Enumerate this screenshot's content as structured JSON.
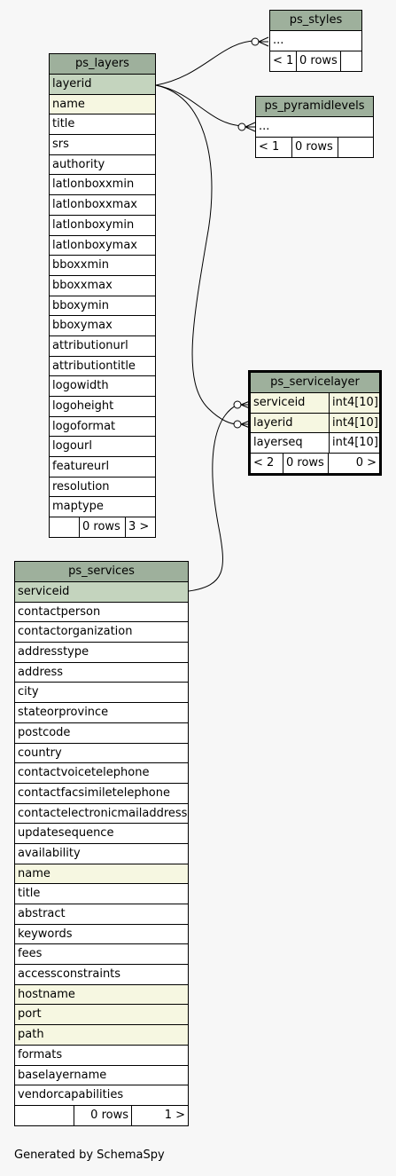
{
  "tables": {
    "ps_styles": {
      "name": "ps_styles",
      "rows": [
        "..."
      ],
      "footer": [
        "< 1",
        "0 rows",
        ""
      ]
    },
    "ps_pyramidlevels": {
      "name": "ps_pyramidlevels",
      "rows": [
        "..."
      ],
      "footer": [
        "< 1",
        "0 rows",
        ""
      ]
    },
    "ps_layers": {
      "name": "ps_layers",
      "rows": [
        "layerid",
        "name",
        "title",
        "srs",
        "authority",
        "latlonboxxmin",
        "latlonboxxmax",
        "latlonboxymin",
        "latlonboxymax",
        "bboxxmin",
        "bboxxmax",
        "bboxymin",
        "bboxymax",
        "attributionurl",
        "attributiontitle",
        "logowidth",
        "logoheight",
        "logoformat",
        "logourl",
        "featureurl",
        "resolution",
        "maptype"
      ],
      "primary_key": [
        "layerid"
      ],
      "indexed": [
        "name"
      ],
      "footer": [
        "",
        "0 rows",
        "3 >"
      ]
    },
    "ps_servicelayer": {
      "name": "ps_servicelayer",
      "rows": [
        {
          "col": "serviceid",
          "type": "int4[10]"
        },
        {
          "col": "layerid",
          "type": "int4[10]"
        },
        {
          "col": "layerseq",
          "type": "int4[10]"
        }
      ],
      "indexed": [
        "serviceid",
        "layerid"
      ],
      "footer": [
        "< 2",
        "0 rows",
        "0 >"
      ]
    },
    "ps_services": {
      "name": "ps_services",
      "rows": [
        "serviceid",
        "contactperson",
        "contactorganization",
        "addresstype",
        "address",
        "city",
        "stateorprovince",
        "postcode",
        "country",
        "contactvoicetelephone",
        "contactfacsimiletelephone",
        "contactelectronicmailaddress",
        "updatesequence",
        "availability",
        "name",
        "title",
        "abstract",
        "keywords",
        "fees",
        "accessconstraints",
        "hostname",
        "port",
        "path",
        "formats",
        "baselayername",
        "vendorcapabilities"
      ],
      "primary_key": [
        "serviceid"
      ],
      "indexed": [
        "name",
        "hostname",
        "port",
        "path"
      ],
      "footer": [
        "",
        "0 rows",
        "1 >"
      ]
    }
  },
  "footer_text": "Generated by SchemaSpy",
  "colors": {
    "header": "#9eb09c",
    "primary_key": "#c4d4be",
    "indexed": "#f6f7e1",
    "background": "#f7f7f7"
  }
}
